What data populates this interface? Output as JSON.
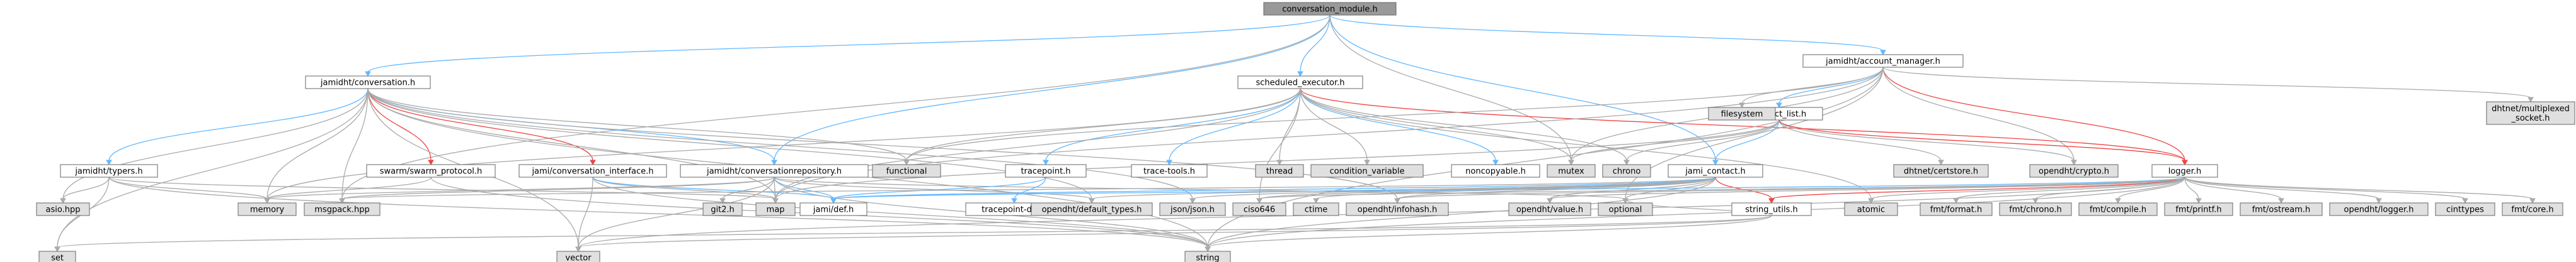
{
  "graph_title": "conversation_module.h",
  "colors": {
    "root_fill": "#999999",
    "node_fill": "#ffffff",
    "system_fill": "#e0e0e0",
    "highlight_border": "#cc0000",
    "highlight_text": "#cc0000",
    "edge_blue": "#63b8ff",
    "edge_gray": "#aaaaaa",
    "edge_red": "#ee4444"
  },
  "nodes": [
    {
      "id": "root",
      "label": "conversation_module.h",
      "kind": "root"
    },
    {
      "id": "conv",
      "label": "jamidht/conversation.h",
      "kind": "local"
    },
    {
      "id": "convrepo",
      "label": "jamidht/conversationrepository.h",
      "kind": "local"
    },
    {
      "id": "sched",
      "label": "scheduled_executor.h",
      "kind": "local"
    },
    {
      "id": "acct",
      "label": "jamidht/account_manager.h",
      "kind": "local"
    },
    {
      "id": "jamicontact",
      "label": "jami_contact.h",
      "kind": "local"
    },
    {
      "id": "contactlist",
      "label": "contact_list.h",
      "kind": "local"
    },
    {
      "id": "typers",
      "label": "jamidht/typers.h",
      "kind": "local"
    },
    {
      "id": "swarm",
      "label": "swarm/swarm_protocol.h",
      "kind": "highlight"
    },
    {
      "id": "convif",
      "label": "jami/conversation_interface.h",
      "kind": "highlight"
    },
    {
      "id": "logger",
      "label": "logger.h",
      "kind": "highlight"
    },
    {
      "id": "stringutils",
      "label": "string_utils.h",
      "kind": "highlight"
    },
    {
      "id": "tracepoint",
      "label": "tracepoint.h",
      "kind": "local"
    },
    {
      "id": "tracetools",
      "label": "trace-tools.h",
      "kind": "local"
    },
    {
      "id": "noncopyable",
      "label": "noncopyable.h",
      "kind": "local"
    },
    {
      "id": "jamidef",
      "label": "jami/def.h",
      "kind": "local"
    },
    {
      "id": "tracepointdef",
      "label": "tracepoint-def.h",
      "kind": "local"
    },
    {
      "id": "asio",
      "label": "asio.hpp",
      "kind": "system"
    },
    {
      "id": "set",
      "label": "set",
      "kind": "system"
    },
    {
      "id": "memory",
      "label": "memory",
      "kind": "system"
    },
    {
      "id": "msgpack",
      "label": "msgpack.hpp",
      "kind": "system"
    },
    {
      "id": "vector",
      "label": "vector",
      "kind": "system"
    },
    {
      "id": "string",
      "label": "string",
      "kind": "system"
    },
    {
      "id": "git2",
      "label": "git2.h",
      "kind": "system"
    },
    {
      "id": "map",
      "label": "map",
      "kind": "system"
    },
    {
      "id": "ddefaulttypes",
      "label": "opendht/default_types.h",
      "kind": "system"
    },
    {
      "id": "jsonjson",
      "label": "json/json.h",
      "kind": "system"
    },
    {
      "id": "ciso646",
      "label": "ciso646",
      "kind": "system"
    },
    {
      "id": "ctime",
      "label": "ctime",
      "kind": "system"
    },
    {
      "id": "infohash",
      "label": "opendht/infohash.h",
      "kind": "system"
    },
    {
      "id": "dvalue",
      "label": "opendht/value.h",
      "kind": "system"
    },
    {
      "id": "optional",
      "label": "optional",
      "kind": "system"
    },
    {
      "id": "atomic",
      "label": "atomic",
      "kind": "system"
    },
    {
      "id": "functional",
      "label": "functional",
      "kind": "system"
    },
    {
      "id": "thread",
      "label": "thread",
      "kind": "system"
    },
    {
      "id": "condvar",
      "label": "condition_variable",
      "kind": "system"
    },
    {
      "id": "mutex",
      "label": "mutex",
      "kind": "system"
    },
    {
      "id": "chrono",
      "label": "chrono",
      "kind": "system"
    },
    {
      "id": "filesystem",
      "label": "filesystem",
      "kind": "system"
    },
    {
      "id": "certstore",
      "label": "dhtnet/certstore.h",
      "kind": "system"
    },
    {
      "id": "dcrypto",
      "label": "opendht/crypto.h",
      "kind": "system"
    },
    {
      "id": "multiplexed",
      "label": "dhtnet/multiplexed\n_socket.h",
      "kind": "system"
    },
    {
      "id": "fmtformat",
      "label": "fmt/format.h",
      "kind": "system"
    },
    {
      "id": "fmtchrono",
      "label": "fmt/chrono.h",
      "kind": "system"
    },
    {
      "id": "fmtcompile",
      "label": "fmt/compile.h",
      "kind": "system"
    },
    {
      "id": "fmtprintf",
      "label": "fmt/printf.h",
      "kind": "system"
    },
    {
      "id": "fmtostream",
      "label": "fmt/ostream.h",
      "kind": "system"
    },
    {
      "id": "dlogger",
      "label": "opendht/logger.h",
      "kind": "system"
    },
    {
      "id": "cinttypes",
      "label": "cinttypes",
      "kind": "system"
    },
    {
      "id": "fmtcore",
      "label": "fmt/core.h",
      "kind": "system"
    }
  ],
  "edges": [
    [
      "root",
      "conv"
    ],
    [
      "root",
      "convrepo"
    ],
    [
      "root",
      "sched"
    ],
    [
      "root",
      "acct"
    ],
    [
      "root",
      "jamicontact"
    ],
    [
      "root",
      "mutex"
    ],
    [
      "root",
      "msgpack"
    ],
    [
      "conv",
      "typers"
    ],
    [
      "conv",
      "swarm"
    ],
    [
      "conv",
      "convif"
    ],
    [
      "conv",
      "convrepo"
    ],
    [
      "conv",
      "asio"
    ],
    [
      "conv",
      "set"
    ],
    [
      "conv",
      "memory"
    ],
    [
      "conv",
      "msgpack"
    ],
    [
      "conv",
      "vector"
    ],
    [
      "conv",
      "string"
    ],
    [
      "conv",
      "map"
    ],
    [
      "conv",
      "functional"
    ],
    [
      "conv",
      "jsonjson"
    ],
    [
      "conv",
      "ddefaulttypes"
    ],
    [
      "conv",
      "infohash"
    ],
    [
      "typers",
      "asio"
    ],
    [
      "typers",
      "set"
    ],
    [
      "typers",
      "memory"
    ],
    [
      "typers",
      "string"
    ],
    [
      "typers",
      "map"
    ],
    [
      "swarm",
      "memory"
    ],
    [
      "swarm",
      "string"
    ],
    [
      "convif",
      "vector"
    ],
    [
      "convif",
      "string"
    ],
    [
      "convif",
      "map"
    ],
    [
      "convif",
      "jamidef"
    ],
    [
      "convrepo",
      "git2"
    ],
    [
      "convrepo",
      "vector"
    ],
    [
      "convrepo",
      "string"
    ],
    [
      "convrepo",
      "map"
    ],
    [
      "convrepo",
      "msgpack"
    ],
    [
      "convrepo",
      "jamidef"
    ],
    [
      "convrepo",
      "ddefaulttypes"
    ],
    [
      "convrepo",
      "optional"
    ],
    [
      "convrepo",
      "memory"
    ],
    [
      "sched",
      "functional"
    ],
    [
      "sched",
      "tracepoint"
    ],
    [
      "sched",
      "tracetools"
    ],
    [
      "sched",
      "thread"
    ],
    [
      "sched",
      "condvar"
    ],
    [
      "sched",
      "noncopyable"
    ],
    [
      "sched",
      "mutex"
    ],
    [
      "sched",
      "chrono"
    ],
    [
      "sched",
      "atomic"
    ],
    [
      "sched",
      "memory"
    ],
    [
      "sched",
      "map"
    ],
    [
      "sched",
      "logger"
    ],
    [
      "sched",
      "ciso646"
    ],
    [
      "tracepoint",
      "tracepointdef"
    ],
    [
      "tracepoint",
      "jamidef"
    ],
    [
      "acct",
      "filesystem"
    ],
    [
      "acct",
      "contactlist"
    ],
    [
      "acct",
      "logger"
    ],
    [
      "acct",
      "dcrypto"
    ],
    [
      "acct",
      "multiplexed"
    ],
    [
      "acct",
      "functional"
    ],
    [
      "acct",
      "map"
    ],
    [
      "acct",
      "optional"
    ],
    [
      "acct",
      "string"
    ],
    [
      "acct",
      "mutex"
    ],
    [
      "contactlist",
      "jamicontact"
    ],
    [
      "contactlist",
      "mutex"
    ],
    [
      "contactlist",
      "chrono"
    ],
    [
      "contactlist",
      "certstore"
    ],
    [
      "contactlist",
      "dcrypto"
    ],
    [
      "contactlist",
      "map"
    ],
    [
      "contactlist",
      "logger"
    ],
    [
      "jamicontact",
      "stringutils"
    ],
    [
      "jamicontact",
      "ddefaulttypes"
    ],
    [
      "jamicontact",
      "jsonjson"
    ],
    [
      "jamicontact",
      "ciso646"
    ],
    [
      "jamicontact",
      "ctime"
    ],
    [
      "jamicontact",
      "infohash"
    ],
    [
      "jamicontact",
      "dvalue"
    ],
    [
      "jamicontact",
      "optional"
    ],
    [
      "jamicontact",
      "string"
    ],
    [
      "jamicontact",
      "msgpack"
    ],
    [
      "jamicontact",
      "jamidef"
    ],
    [
      "stringutils",
      "set"
    ],
    [
      "stringutils",
      "vector"
    ],
    [
      "stringutils",
      "string"
    ],
    [
      "stringutils",
      "optional"
    ],
    [
      "logger",
      "fmtformat"
    ],
    [
      "logger",
      "fmtchrono"
    ],
    [
      "logger",
      "fmtcompile"
    ],
    [
      "logger",
      "fmtprintf"
    ],
    [
      "logger",
      "fmtostream"
    ],
    [
      "logger",
      "dlogger"
    ],
    [
      "logger",
      "cinttypes"
    ],
    [
      "logger",
      "fmtcore"
    ],
    [
      "logger",
      "stringutils"
    ],
    [
      "logger",
      "atomic"
    ],
    [
      "logger",
      "ciso646"
    ],
    [
      "logger",
      "vector"
    ],
    [
      "logger",
      "string"
    ],
    [
      "logger",
      "jamidef"
    ],
    [
      "logger",
      "infohash"
    ],
    [
      "logger",
      "dvalue"
    ]
  ]
}
